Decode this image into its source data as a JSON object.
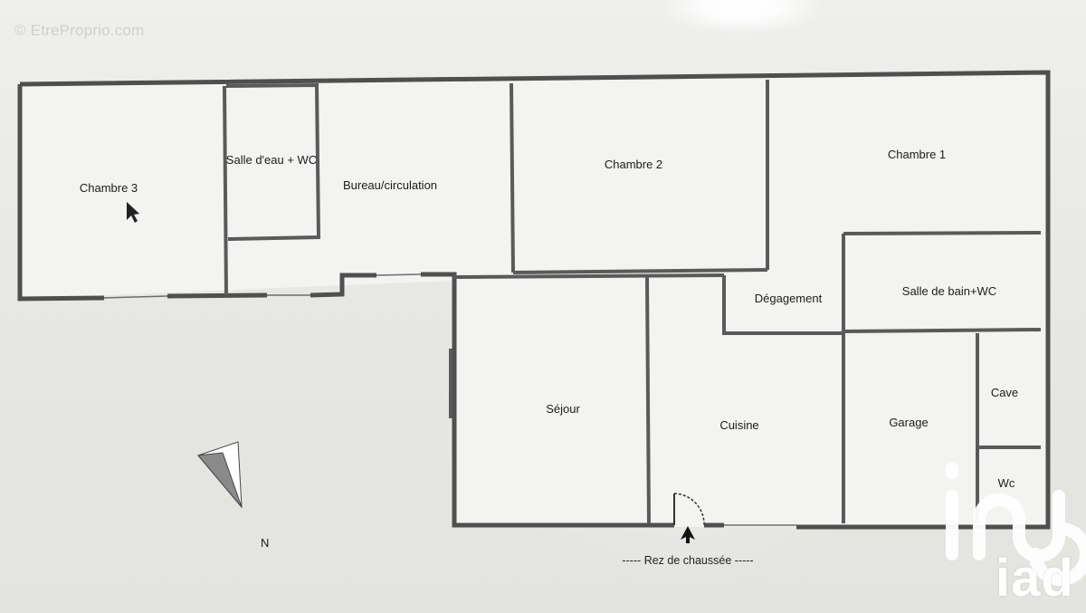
{
  "watermark": "© EtreProprio.com",
  "rooms": {
    "chambre3": "Chambre 3",
    "salle_eau": "Salle d'eau + WC",
    "bureau": "Bureau/circulation",
    "chambre2": "Chambre 2",
    "chambre1": "Chambre 1",
    "degagement": "Dégagement",
    "salle_bain": "Salle de bain+WC",
    "sejour": "Séjour",
    "cuisine": "Cuisine",
    "garage": "Garage",
    "cave": "Cave",
    "wc": "Wc"
  },
  "floor_caption": "----- Rez de chaussée -----",
  "north_label": "N",
  "logo_text": "iad",
  "colors": {
    "wall": "#4f4f4f",
    "room_fill": "#f2f2f0",
    "background": "#e9e9e7",
    "logo": "#ffffff"
  },
  "icons": [
    "cursor-arrow-icon",
    "north-arrow-icon",
    "entrance-arrow-icon",
    "iad-logo-icon"
  ]
}
